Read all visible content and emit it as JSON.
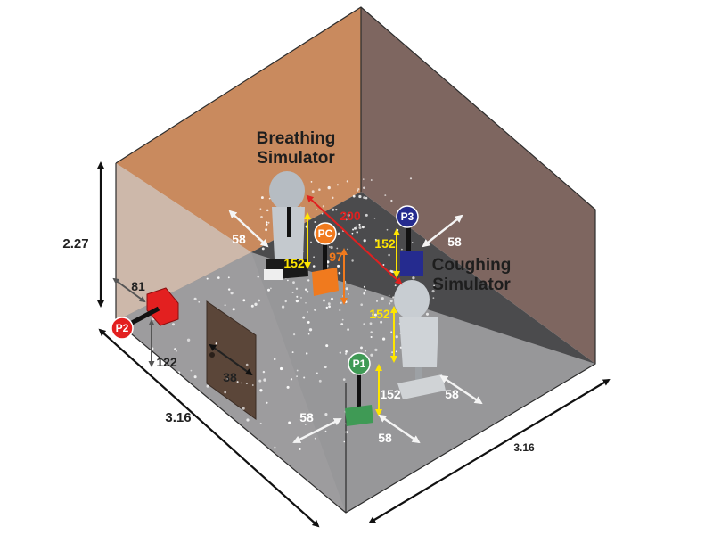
{
  "labels": {
    "breathing_simulator_line1": "Breathing",
    "breathing_simulator_line2": "Simulator",
    "coughing_simulator_line1": "Coughing",
    "coughing_simulator_line2": "Simulator"
  },
  "probes": {
    "pc": "PC",
    "p1": "P1",
    "p2": "P2",
    "p3": "P3"
  },
  "dimensions": {
    "room_height": "2.27",
    "room_length_left": "3.16",
    "room_length_right": "3.16",
    "breathing_to_coughing": "200",
    "breathing_side_clearance": "58",
    "breathing_mouth_height": "152",
    "pc_height": "97",
    "p3_height": "152",
    "p3_clearance": "58",
    "coughing_mouth_height": "152",
    "p1_height": "152",
    "coughing_clearance": "58",
    "p1_left_clearance": "58",
    "p1_front_clearance": "58",
    "p2_wall_offset": "81",
    "p2_height": "122",
    "door_width": "38"
  },
  "colors": {
    "back_wall": "#c98a5e",
    "right_wall": "#7e6660",
    "floor": "#4a4a4c",
    "left_glass_wall": "#8c8c8e",
    "front_glass_wall": "#a3a3a5",
    "door": "#5a463c",
    "pc_color": "#f07a1e",
    "p1_color": "#3f9a55",
    "p2_color": "#e32020",
    "p3_color": "#252b8f",
    "yellow_arrow": "#ffe600",
    "red_arrow": "#e02020"
  }
}
